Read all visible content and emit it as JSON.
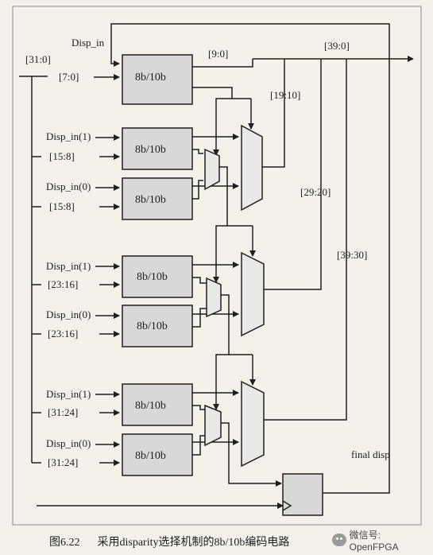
{
  "labels": {
    "disp_in": "Disp_in",
    "bus_31_0": "[31:0]",
    "bus_7_0": "[7:0]",
    "disp_in_1": "Disp_in(1)",
    "disp_in_0": "Disp_in(0)",
    "bus_15_8": "[15:8]",
    "bus_23_16": "[23:16]",
    "bus_31_24": "[31:24]",
    "out_9_0": "[9:0]",
    "out_19_10": "[19:10]",
    "out_29_20": "[29:20]",
    "out_39_30": "[39:30]",
    "out_39_0": "[39:0]",
    "final_disp": "final disp",
    "encoder": "8b/10b"
  },
  "caption": {
    "number": "图6.22",
    "text": "采用disparity选择机制的8b/10b编码电路"
  },
  "watermark": {
    "text": "微信号: OpenFPGA",
    "icon": "wechat-icon"
  }
}
